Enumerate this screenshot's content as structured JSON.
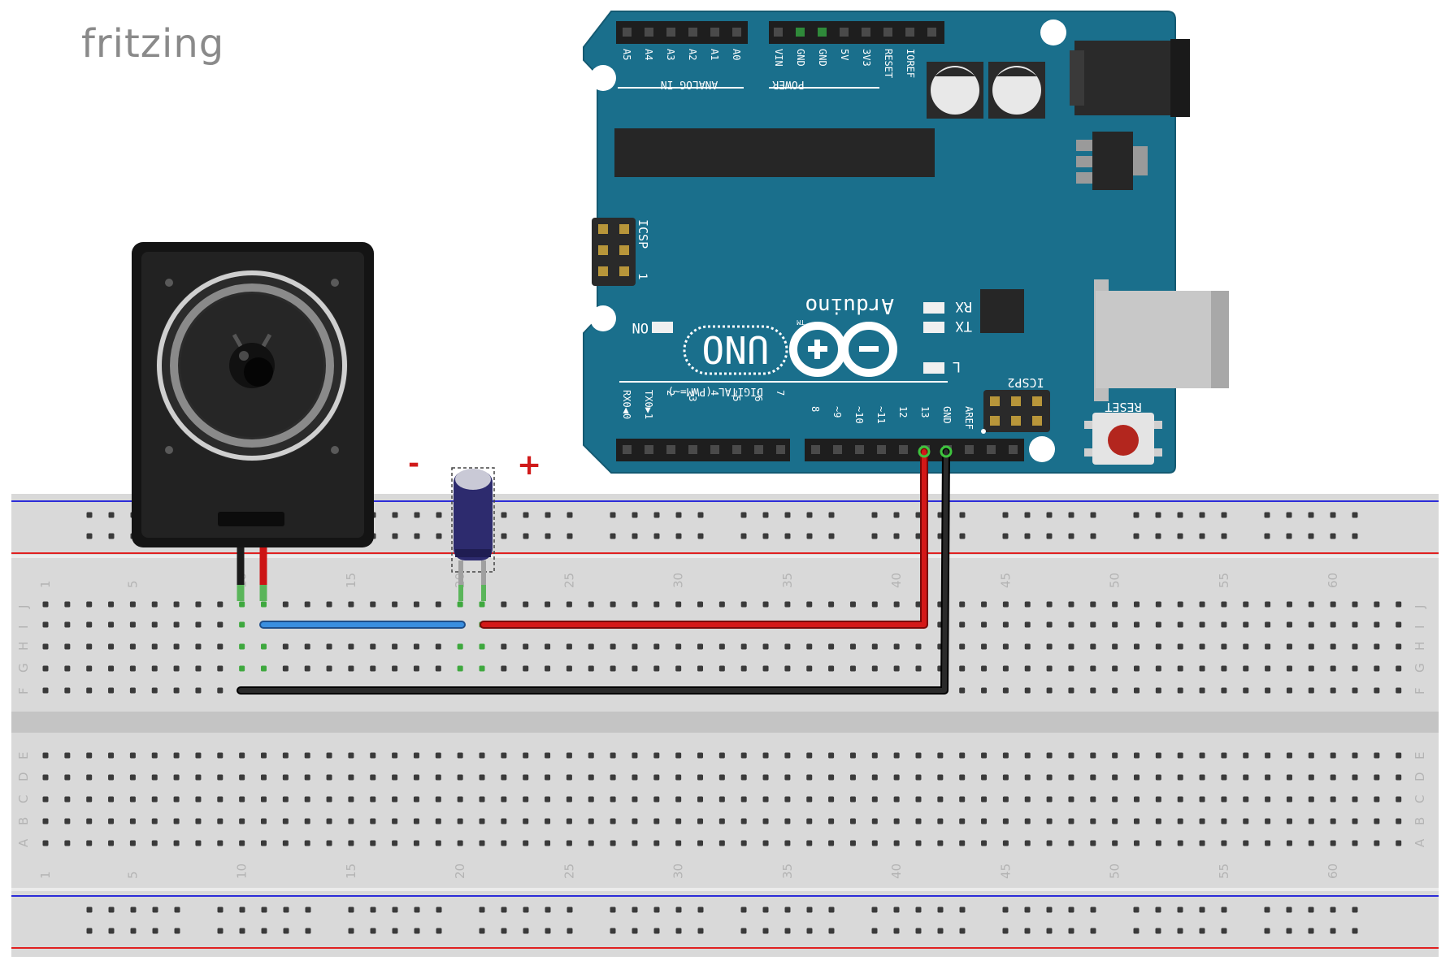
{
  "logo": {
    "text": "fritzing"
  },
  "arduino": {
    "brand": "Arduino",
    "tm": "TM",
    "model": "UNO",
    "analog_header": "ANALOG IN",
    "analog_pins": [
      "A5",
      "A4",
      "A3",
      "A2",
      "A1",
      "A0"
    ],
    "power_header": "POWER",
    "power_pins": [
      "VIN",
      "GND",
      "GND",
      "5V",
      "3V3",
      "RESET",
      "IOREF"
    ],
    "digital_header": "DIGITAL (PWM=~)",
    "digital_pins_left": [
      "RX0◀0",
      "TX0▶1",
      "2",
      "~3",
      "4",
      "~5",
      "~6",
      "7"
    ],
    "digital_pins_right": [
      "8",
      "~9",
      "~10",
      "~11",
      "12",
      "13",
      "GND",
      "AREF"
    ],
    "icsp": "ICSP",
    "icsp_one": "1",
    "icsp2": "ICSP2",
    "reset": "RESET",
    "led_on": "ON",
    "led_rx": "RX",
    "led_tx": "TX",
    "led_l": "L"
  },
  "capacitor": {
    "minus": "-",
    "plus": "+"
  },
  "breadboard": {
    "column_numbers": [
      "1",
      "5",
      "10",
      "15",
      "20",
      "25",
      "30",
      "35",
      "40",
      "45",
      "50",
      "55",
      "60"
    ],
    "top_rows": [
      "J",
      "I",
      "H",
      "G",
      "F"
    ],
    "bottom_rows": [
      "E",
      "D",
      "C",
      "B",
      "A"
    ]
  },
  "colors": {
    "board": "#1a6f8c",
    "wire_red": "#cc1414",
    "wire_black": "#1a1a1a",
    "wire_blue": "#3a7fd0",
    "rail_red": "#e02020",
    "rail_blue": "#2c2cd8",
    "breadboard": "#d9d9d9",
    "capacitor": "#2d2b6e"
  }
}
